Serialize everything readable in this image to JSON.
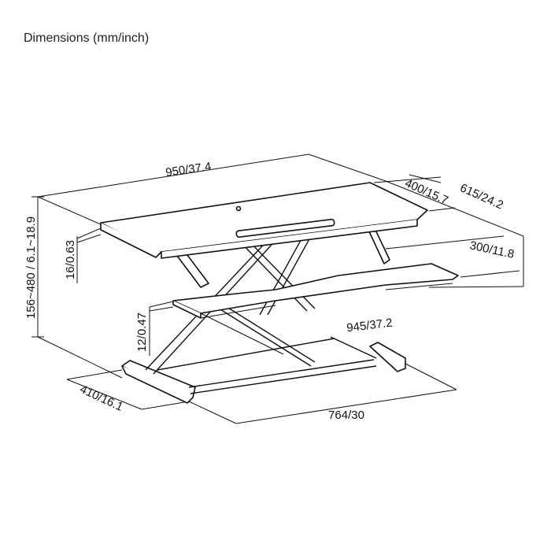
{
  "title": "Dimensions (mm/inch)",
  "dimensions": {
    "width_total": "950/37.4",
    "desk_depth": "400/15.7",
    "total_depth": "615/24.2",
    "tray_depth": "300/11.8",
    "height_range": "156~480 / 6.1~18.9",
    "desk_thickness": "16/0.63",
    "tray_thickness": "12/0.47",
    "tray_width": "945/37.2",
    "base_depth": "410/16.1",
    "base_width": "764/30"
  }
}
